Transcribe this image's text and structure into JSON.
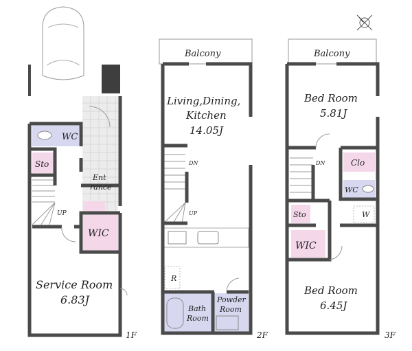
{
  "colors": {
    "wall": "#4a4a4a",
    "wet_area": "#d7d7f0",
    "storage": "#f4d8ea",
    "tile": "#ececec"
  },
  "compass_icon": "north-arrow-icon",
  "floors": {
    "f1": {
      "label": "1F",
      "rooms": {
        "wc": "WC",
        "sto": "Sto",
        "ent1": "Ent",
        "ent2": "rance",
        "up": "UP",
        "wic": "WIC",
        "service1": "Service Room",
        "service2": "6.83J"
      }
    },
    "f2": {
      "label": "2F",
      "rooms": {
        "balcony": "Balcony",
        "ldk1": "Living,Dining,",
        "ldk2": "Kitchen",
        "ldk3": "14.05J",
        "dn": "DN",
        "up": "UP",
        "r": "R",
        "bath1": "Bath",
        "bath2": "Room",
        "powder1": "Powder",
        "powder2": "Room"
      }
    },
    "f3": {
      "label": "3F",
      "rooms": {
        "balcony": "Balcony",
        "bed1a": "Bed Room",
        "bed1b": "5.81J",
        "dn": "DN",
        "clo": "Clo",
        "wc": "WC",
        "sto": "Sto",
        "w": "W",
        "wic": "WIC",
        "bed2a": "Bed Room",
        "bed2b": "6.45J"
      }
    }
  }
}
